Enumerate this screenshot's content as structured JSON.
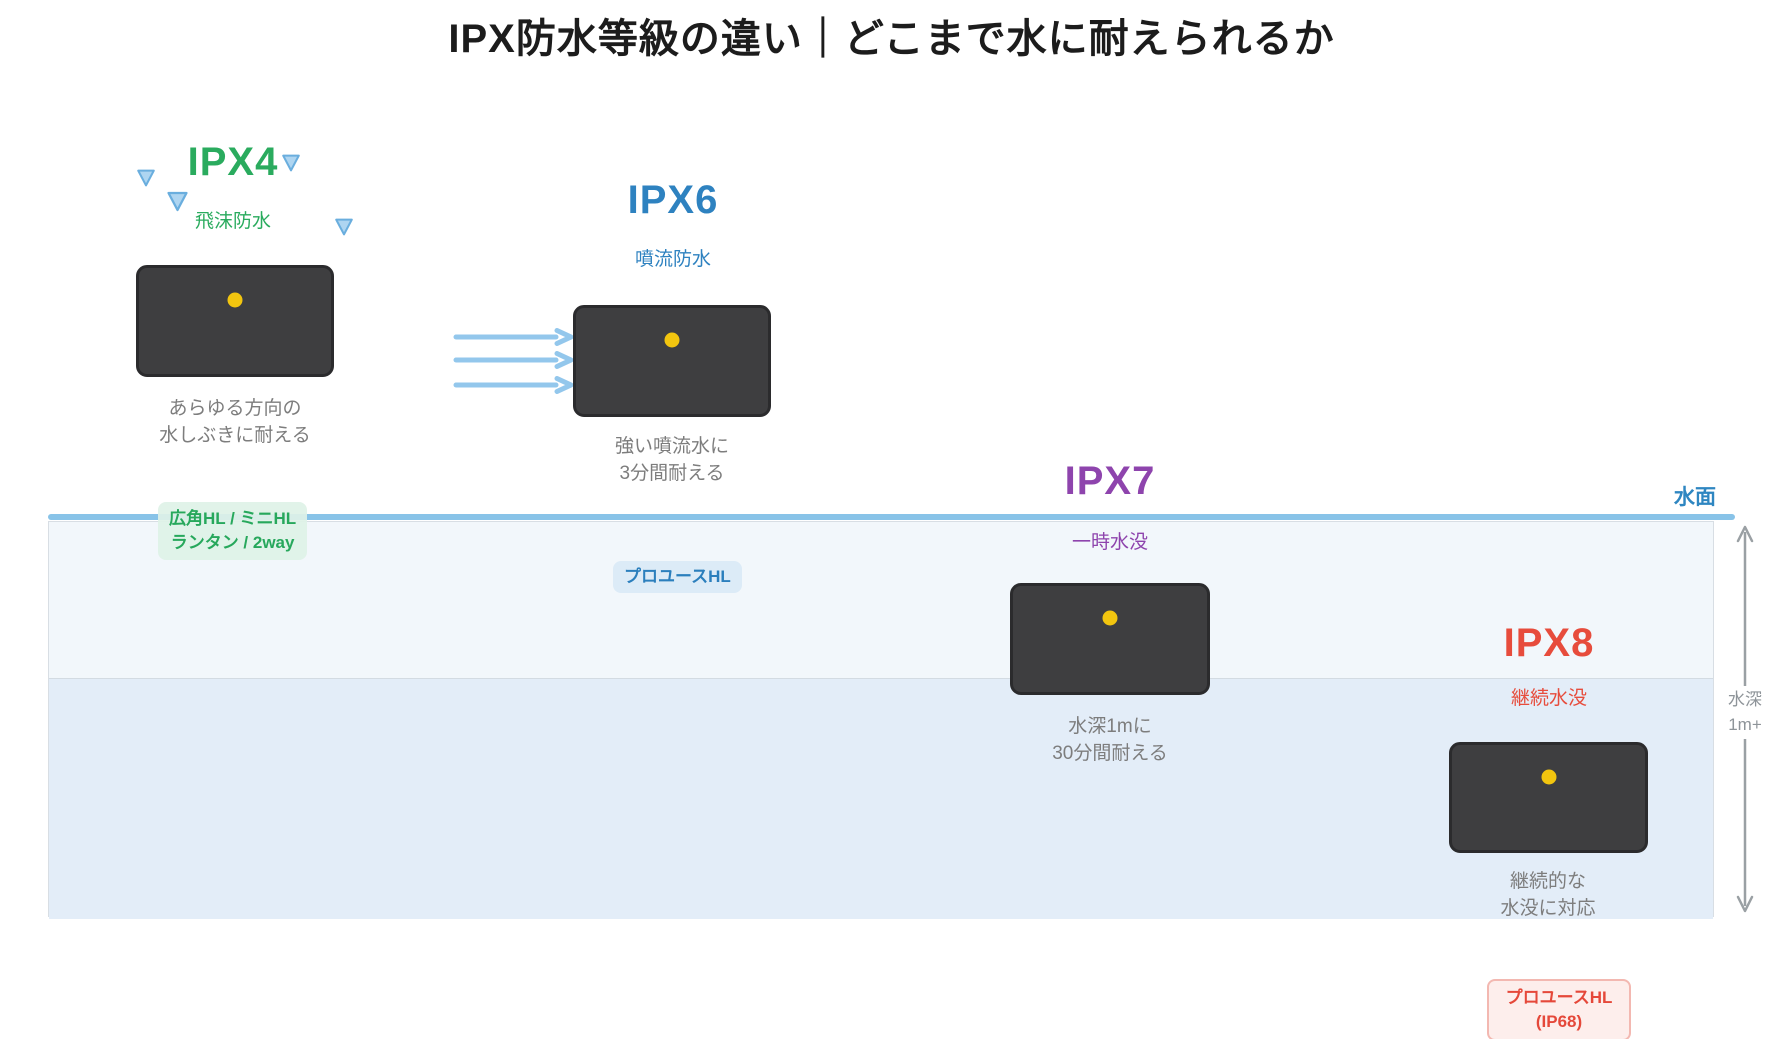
{
  "title": "IPX防水等級の違い｜どこまで水に耐えられるか",
  "ipx4": {
    "name": "IPX4",
    "type": "飛沫防水",
    "caption1": "あらゆる方向の",
    "caption2": "水しぶきに耐える",
    "products1": "広角HL / ミニHL",
    "products2": "ランタン / 2way"
  },
  "ipx6": {
    "name": "IPX6",
    "type": "噴流防水",
    "caption1": "強い噴流水に",
    "caption2": "3分間耐える",
    "products": "プロユースHL"
  },
  "ipx7": {
    "name": "IPX7",
    "type": "一時水没",
    "caption1": "水深1mに",
    "caption2": "30分間耐える"
  },
  "ipx8": {
    "name": "IPX8",
    "type": "継続水没",
    "caption1": "継続的な",
    "caption2": "水没に対応",
    "products1": "プロユースHL",
    "products2": "(IP68)"
  },
  "water": {
    "surface": "水面",
    "depth1": "水深",
    "depth2": "1m+"
  },
  "colors": {
    "ipx4_green": "#2aab5e",
    "ipx6_blue": "#2e82c0",
    "ipx7_purple": "#8e44ad",
    "ipx8_red": "#e74c3c",
    "water_surface_line": "#88c3e8",
    "water_shallow": "#f2f7fb",
    "water_deep": "#e3edf8",
    "device_body": "#3e3e40",
    "device_lens": "#f2c50f",
    "caption_gray": "#7d7d7d"
  }
}
